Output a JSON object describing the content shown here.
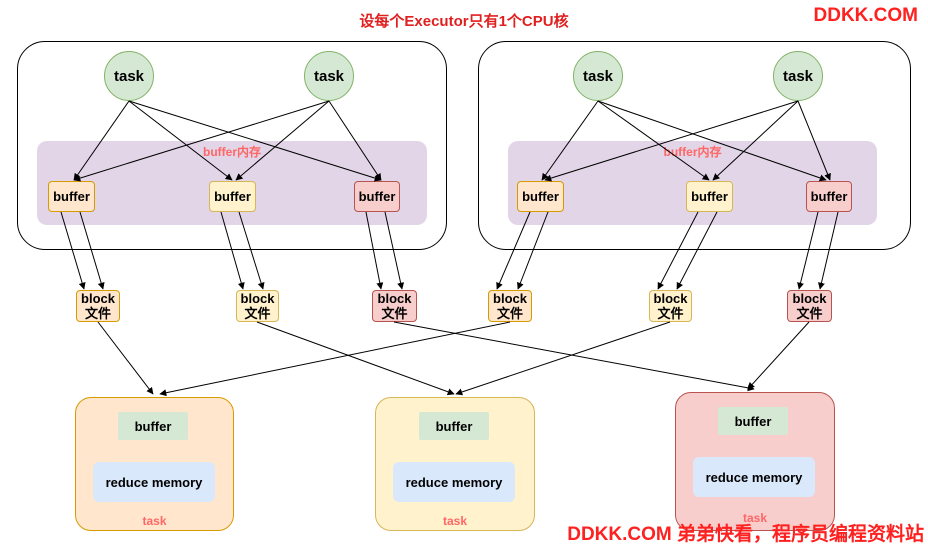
{
  "title": "设每个Executor只有1个CPU核",
  "brand": "DDKK.COM",
  "footer": "DDKK.COM 弟弟快看，程序员编程资料站",
  "executors": [
    {
      "buffer_memory_label": "buffer内存",
      "tasks": [
        "task",
        "task"
      ],
      "buffers": [
        "buffer",
        "buffer",
        "buffer"
      ]
    },
    {
      "buffer_memory_label": "buffer内存",
      "tasks": [
        "task",
        "task"
      ],
      "buffers": [
        "buffer",
        "buffer",
        "buffer"
      ]
    }
  ],
  "blocks": [
    {
      "line1": "block",
      "line2": "文件"
    },
    {
      "line1": "block",
      "line2": "文件"
    },
    {
      "line1": "block",
      "line2": "文件"
    },
    {
      "line1": "block",
      "line2": "文件"
    },
    {
      "line1": "block",
      "line2": "文件"
    },
    {
      "line1": "block",
      "line2": "文件"
    }
  ],
  "reduce_tasks": [
    {
      "buffer": "buffer",
      "memory": "reduce memory",
      "label": "task"
    },
    {
      "buffer": "buffer",
      "memory": "reduce memory",
      "label": "task"
    },
    {
      "buffer": "buffer",
      "memory": "reduce memory",
      "label": "task"
    }
  ],
  "colors": {
    "task_fill": "#d5e8d4",
    "buffer_memory_fill": "#e1d5e7",
    "orange_fill": "#ffe6cc",
    "yellow_fill": "#fff2cc",
    "red_fill": "#f8cecc",
    "reduce_memory_fill": "#dae8fc",
    "accent_text": "#ff2020"
  }
}
